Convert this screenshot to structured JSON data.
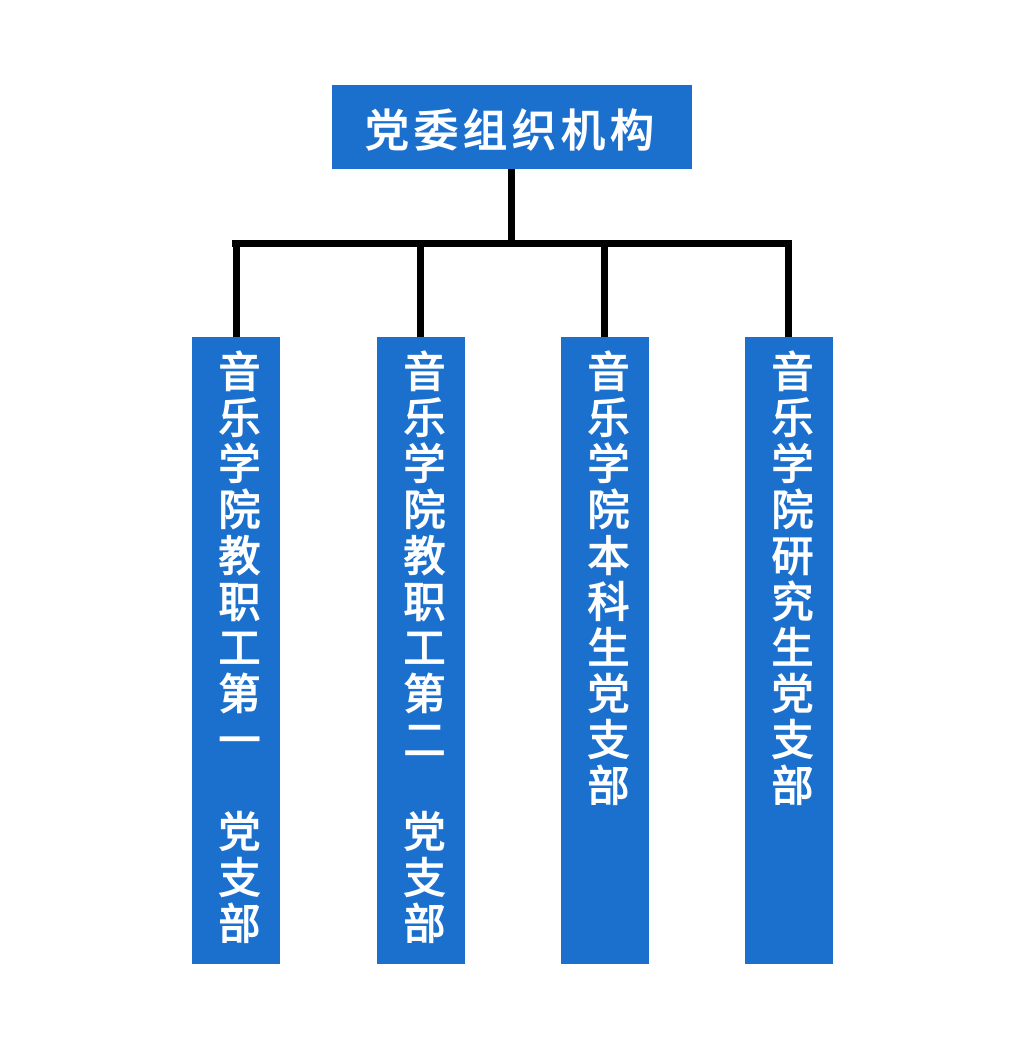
{
  "chart": {
    "title": "党委组织机构",
    "branches": [
      {
        "label": "音乐学院教职工第一　党支部"
      },
      {
        "label": "音乐学院教职工第二　党支部"
      },
      {
        "label": "音乐学院本科生党支部"
      },
      {
        "label": "音乐学院研究生党支部"
      }
    ]
  },
  "colors": {
    "node_fill": "#1b70ce",
    "node_text": "#ffffff",
    "connector": "#000000",
    "background": "#ffffff"
  }
}
